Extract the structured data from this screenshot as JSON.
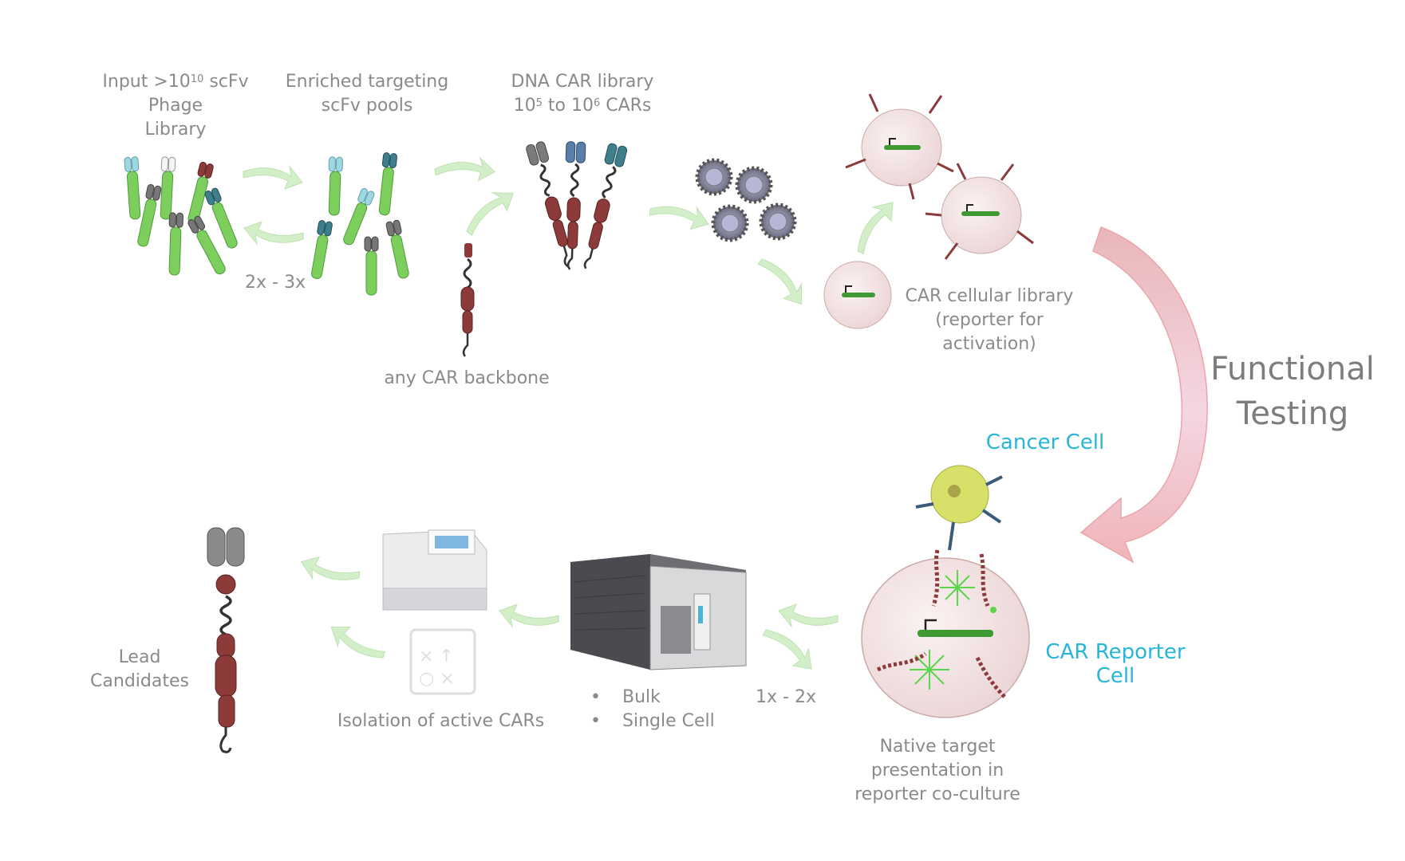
{
  "labels": {
    "input_library_a": "Input >10",
    "input_library_exp": "10",
    "input_library_b": " scFv Phage",
    "input_library_c": "Library",
    "enriched_a": "Enriched targeting",
    "enriched_b": "scFv pools",
    "cycles_top": "2x - 3x",
    "dna_lib_a": "DNA CAR library",
    "dna_lib_b1": "10",
    "dna_lib_exp1": "5",
    "dna_lib_b2": " to 10",
    "dna_lib_exp2": "6",
    "dna_lib_b3": " CARs",
    "backbone": "any CAR backbone",
    "cellular_a": "CAR cellular library",
    "cellular_b": "(reporter for",
    "cellular_c": "activation)",
    "functional_a": "Functional",
    "functional_b": "Testing",
    "cancer_cell": "Cancer Cell",
    "reporter_cell": "CAR Reporter Cell",
    "native_a": "Native target",
    "native_b": "presentation in",
    "native_c": "reporter co-culture",
    "cycles_bottom": "1x - 2x",
    "bulk": "Bulk",
    "single_cell": "Single Cell",
    "isolation": "Isolation of active CARs",
    "lead_a": "Lead",
    "lead_b": "Candidates"
  },
  "colors": {
    "green": "#7ccf5c",
    "green_dark": "#3f9a33",
    "arrow_green": "#c9ebbf",
    "maroon": "#8c3a3a",
    "gray_head": "#7b7b7b",
    "teal_head": "#3f7f8c",
    "cell_pink": "#f3dede",
    "cancer_yellow": "#d8e06a",
    "cyan_text": "#27b6d9",
    "big_arrow": "#f2c4c6"
  },
  "icons": {
    "phage_scfv": "antibody-fragment-icon",
    "virus": "lentivirus-particle-icon",
    "cell": "reporter-cell-icon",
    "sorter": "flow-cytometer-icon",
    "sequencer": "sequencer-icon",
    "clone_pick": "clone-selection-icon"
  }
}
